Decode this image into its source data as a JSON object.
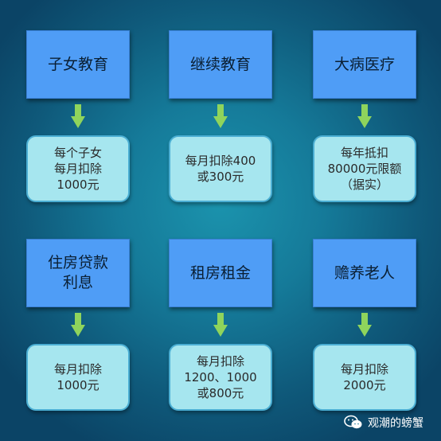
{
  "colors": {
    "top_box": "#4f9df6",
    "bottom_box": "#a6e6ef",
    "arrow": "#8fd45c",
    "background": "#157a99"
  },
  "rows": [
    {
      "items": [
        {
          "category": "子女教育",
          "deduction": "每个子女\n每月扣除\n1000元"
        },
        {
          "category": "继续教育",
          "deduction": "每月扣除400\n或300元"
        },
        {
          "category": "大病医疗",
          "deduction": "每年抵扣\n80000元限额\n（据实）"
        }
      ]
    },
    {
      "items": [
        {
          "category": "住房贷款\n利息",
          "deduction": "每月扣除\n1000元"
        },
        {
          "category": "租房租金",
          "deduction": "每月扣除\n1200、1000\n或800元"
        },
        {
          "category": "赡养老人",
          "deduction": "每月扣除\n2000元"
        }
      ]
    }
  ],
  "watermark": {
    "icon": "wechat-icon",
    "text": "观潮的螃蟹"
  }
}
